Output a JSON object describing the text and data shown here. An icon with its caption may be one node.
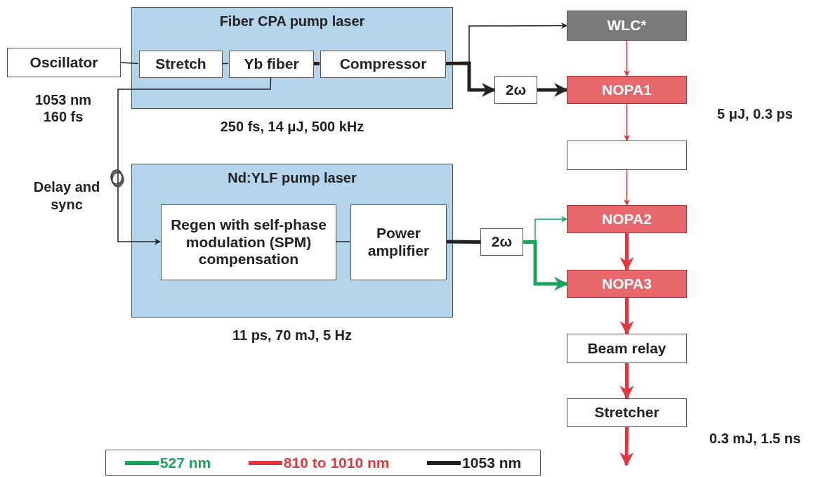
{
  "diagram": {
    "nodes": [
      {
        "text": [
          "Fiber CPA pump laser"
        ],
        "beside": [
          "250 fs, 14 μJ, 500 kHz"
        ]
      },
      {
        "text": [
          "Oscillator"
        ],
        "beside": [
          "1053 nm 160 fs"
        ]
      },
      {
        "text": [
          "Stretch"
        ],
        "in": 0
      },
      {
        "text": [
          "Yb fiber"
        ],
        "in": 0
      },
      {
        "text": [
          "Compressor"
        ],
        "in": 0
      },
      {
        "text": [
          "Nd:YLF pump laser"
        ],
        "beside": [
          "11 ps, 70 mJ, 5 Hz"
        ]
      },
      {
        "text": [
          "Regen with self-phase modulation (SPM) compensation"
        ],
        "in": 5
      },
      {
        "text": [
          "Power amplifier"
        ],
        "in": 5
      },
      {
        "text": [
          "2ω"
        ]
      },
      {
        "text": [
          "2ω"
        ]
      },
      {
        "text": [
          "WLC*"
        ]
      },
      {
        "text": [
          "NOPA1"
        ],
        "beside": [
          "5 μJ, 0.3 ps"
        ]
      },
      {
        "text": [],
        "shape": "box"
      },
      {
        "text": [
          "NOPA2"
        ]
      },
      {
        "text": [
          "NOPA3"
        ]
      },
      {
        "text": [
          "Beam relay"
        ]
      },
      {
        "text": [
          "Stretcher"
        ],
        "beside": [
          "0.3 mJ, 1.5 ns"
        ]
      }
    ],
    "edges": [
      {
        "from": 1,
        "to": 2,
        "arrow": "none"
      },
      {
        "from": 2,
        "to": 3,
        "arrow": "none"
      },
      {
        "from": 3,
        "to": 4,
        "arrow": "none",
        "style": "thick"
      },
      {
        "from": 4,
        "to": 10,
        "arrow": "to"
      },
      {
        "from": 4,
        "to": 8,
        "arrow": "to",
        "style": "thick"
      },
      {
        "from": 8,
        "to": 11,
        "arrow": "to",
        "style": "thick"
      },
      {
        "from": 10,
        "to": 11,
        "arrow": "to",
        "color": "#e0383e"
      },
      {
        "from": 11,
        "to": 12,
        "arrow": "to",
        "color": "#e0383e"
      },
      {
        "from": 12,
        "to": 13,
        "arrow": "to",
        "color": "#e0383e"
      },
      {
        "from": 3,
        "to": 6,
        "arrow": "to"
      },
      {
        "from": 6,
        "to": 7,
        "arrow": "none"
      },
      {
        "from": 7,
        "to": 9,
        "arrow": "none",
        "style": "thick"
      },
      {
        "from": 9,
        "to": 13,
        "arrow": "to",
        "color": "#1aa35a"
      },
      {
        "from": 9,
        "to": 14,
        "arrow": "to",
        "style": "thick",
        "color": "#1aa35a"
      },
      {
        "from": 13,
        "to": 14,
        "arrow": "to",
        "style": "thick",
        "color": "#e0383e"
      },
      {
        "from": 14,
        "to": 15,
        "arrow": "to",
        "style": "thick",
        "color": "#e0383e"
      },
      {
        "from": 15,
        "to": 16,
        "arrow": "to",
        "style": "thick",
        "color": "#e0383e"
      },
      {
        "from": 16,
        "to": null,
        "arrow": "to",
        "style": "thick",
        "color": "#e0383e"
      }
    ],
    "labels": [
      "Delay and sync"
    ],
    "legend": [
      {
        "text": "527 nm",
        "color": "#1aa35a"
      },
      {
        "text": "810 to 1010 nm",
        "color": "#e0383e"
      },
      {
        "text": "1053 nm",
        "color": "#222222"
      }
    ]
  }
}
